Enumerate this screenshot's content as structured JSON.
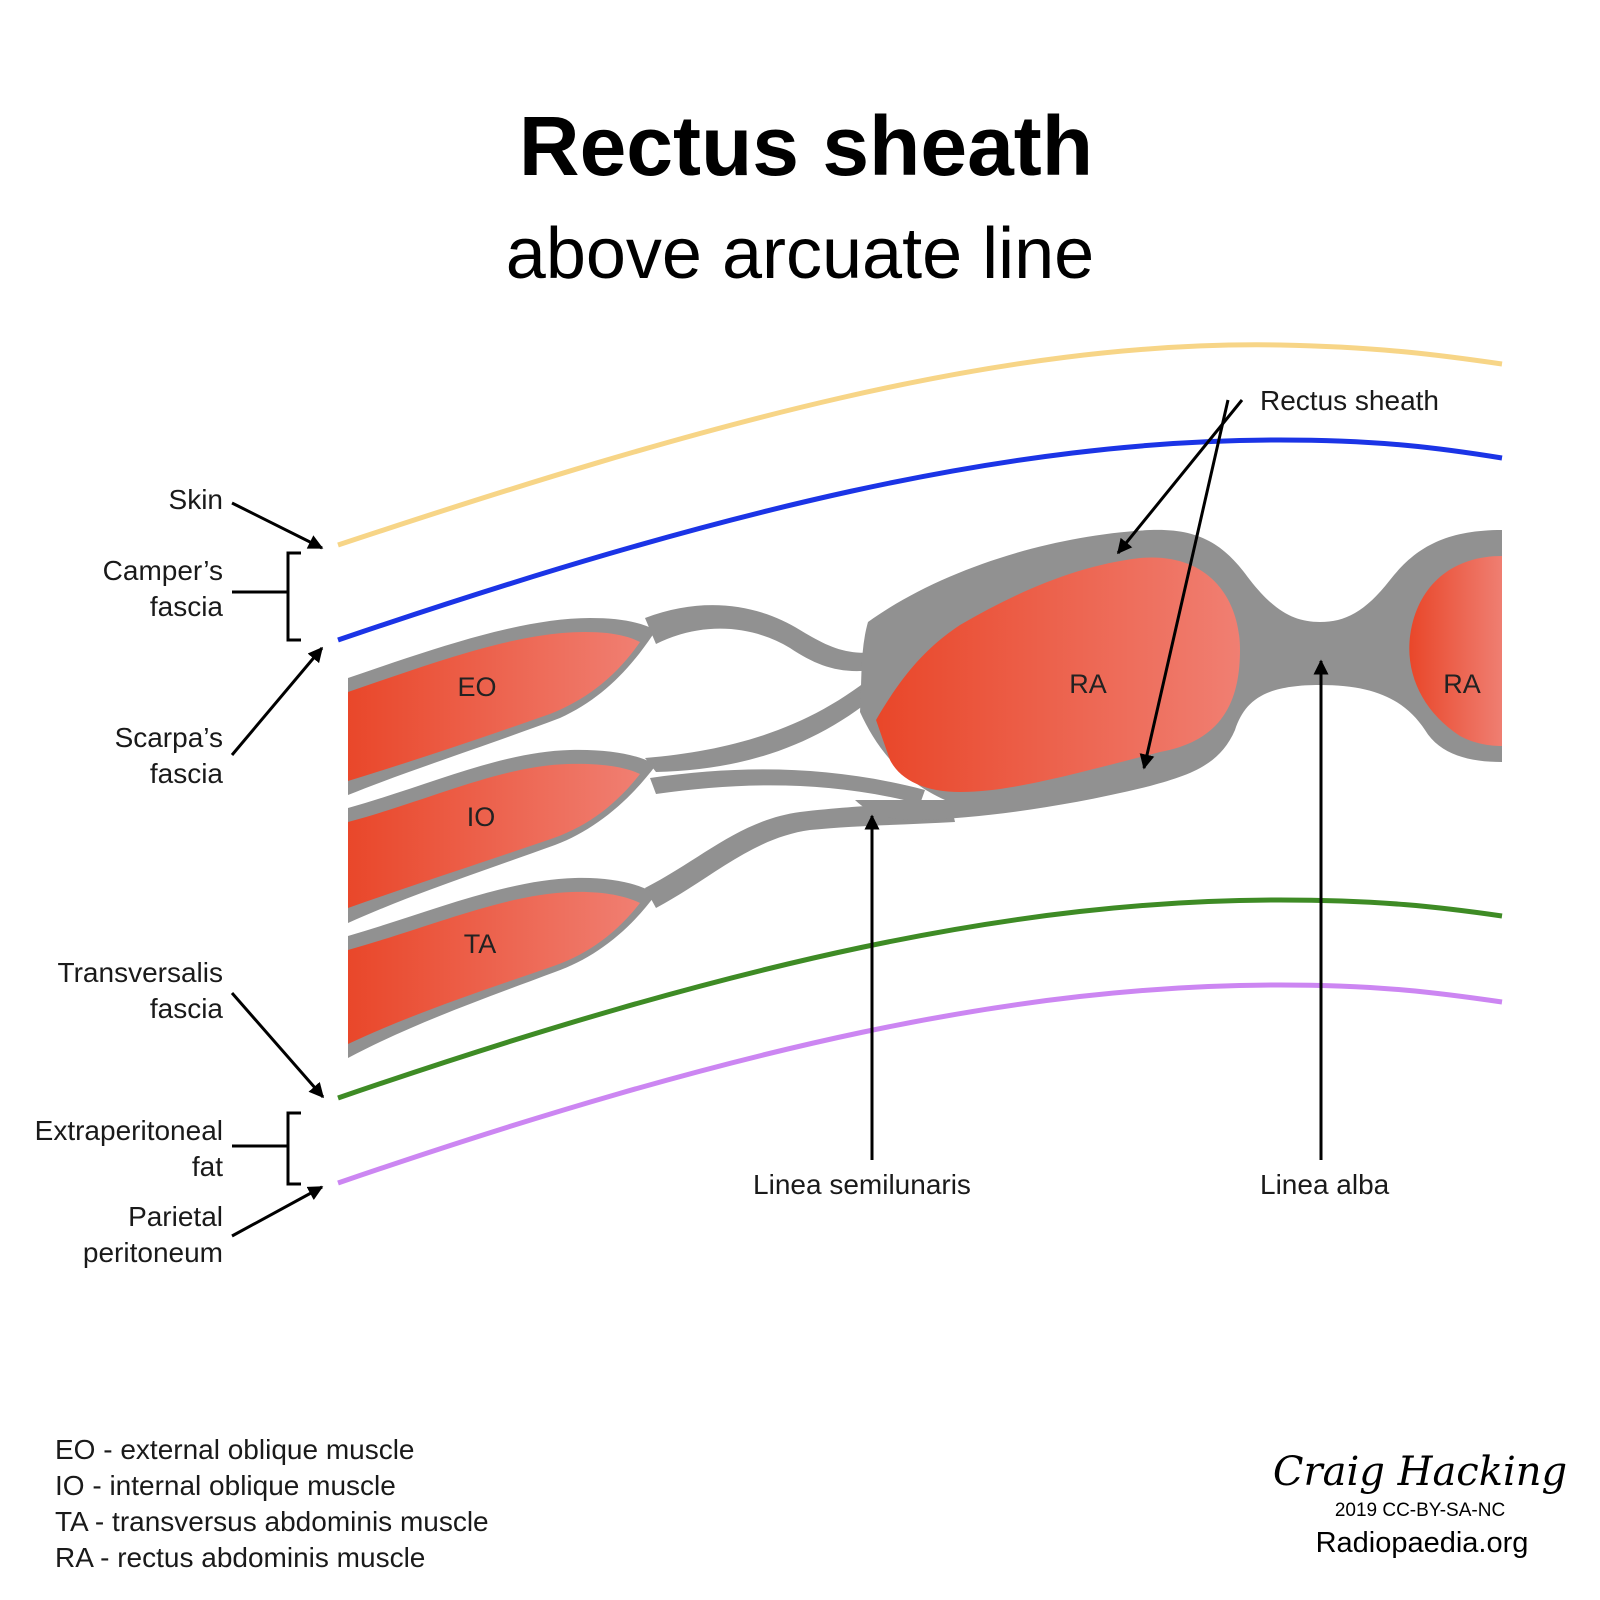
{
  "title": "Rectus sheath",
  "subtitle": "above arcuate line",
  "colors": {
    "skin": "#f7d587",
    "campers_fascia": "#1b34e6",
    "transversalis_fascia": "#3e8b25",
    "parietal_peritoneum": "#cc86f2",
    "muscle_dark": "#e9472a",
    "muscle_light": "#f07f72",
    "fascia_sheath": "#919191"
  },
  "labels": {
    "skin": "Skin",
    "campers_1": "Camper’s",
    "campers_2": "fascia",
    "scarpas_1": "Scarpa’s",
    "scarpas_2": "fascia",
    "transversalis_1": "Transversalis",
    "transversalis_2": "fascia",
    "extraperitoneal_1": "Extraperitoneal",
    "extraperitoneal_2": "fat",
    "parietal_1": "Parietal",
    "parietal_2": "peritoneum",
    "rectus_sheath": "Rectus sheath",
    "linea_semilunaris": "Linea semilunaris",
    "linea_alba": "Linea alba"
  },
  "muscles": {
    "eo": "EO",
    "io": "IO",
    "ta": "TA",
    "ra_left": "RA",
    "ra_right": "RA"
  },
  "key": [
    "EO - external oblique muscle",
    "IO - internal oblique muscle",
    "TA - transversus abdominis muscle",
    "RA - rectus abdominis muscle"
  ],
  "signature": "Craig Hacking",
  "credit": "2019 CC-BY-SA-NC",
  "site": "Radiopaedia.org"
}
